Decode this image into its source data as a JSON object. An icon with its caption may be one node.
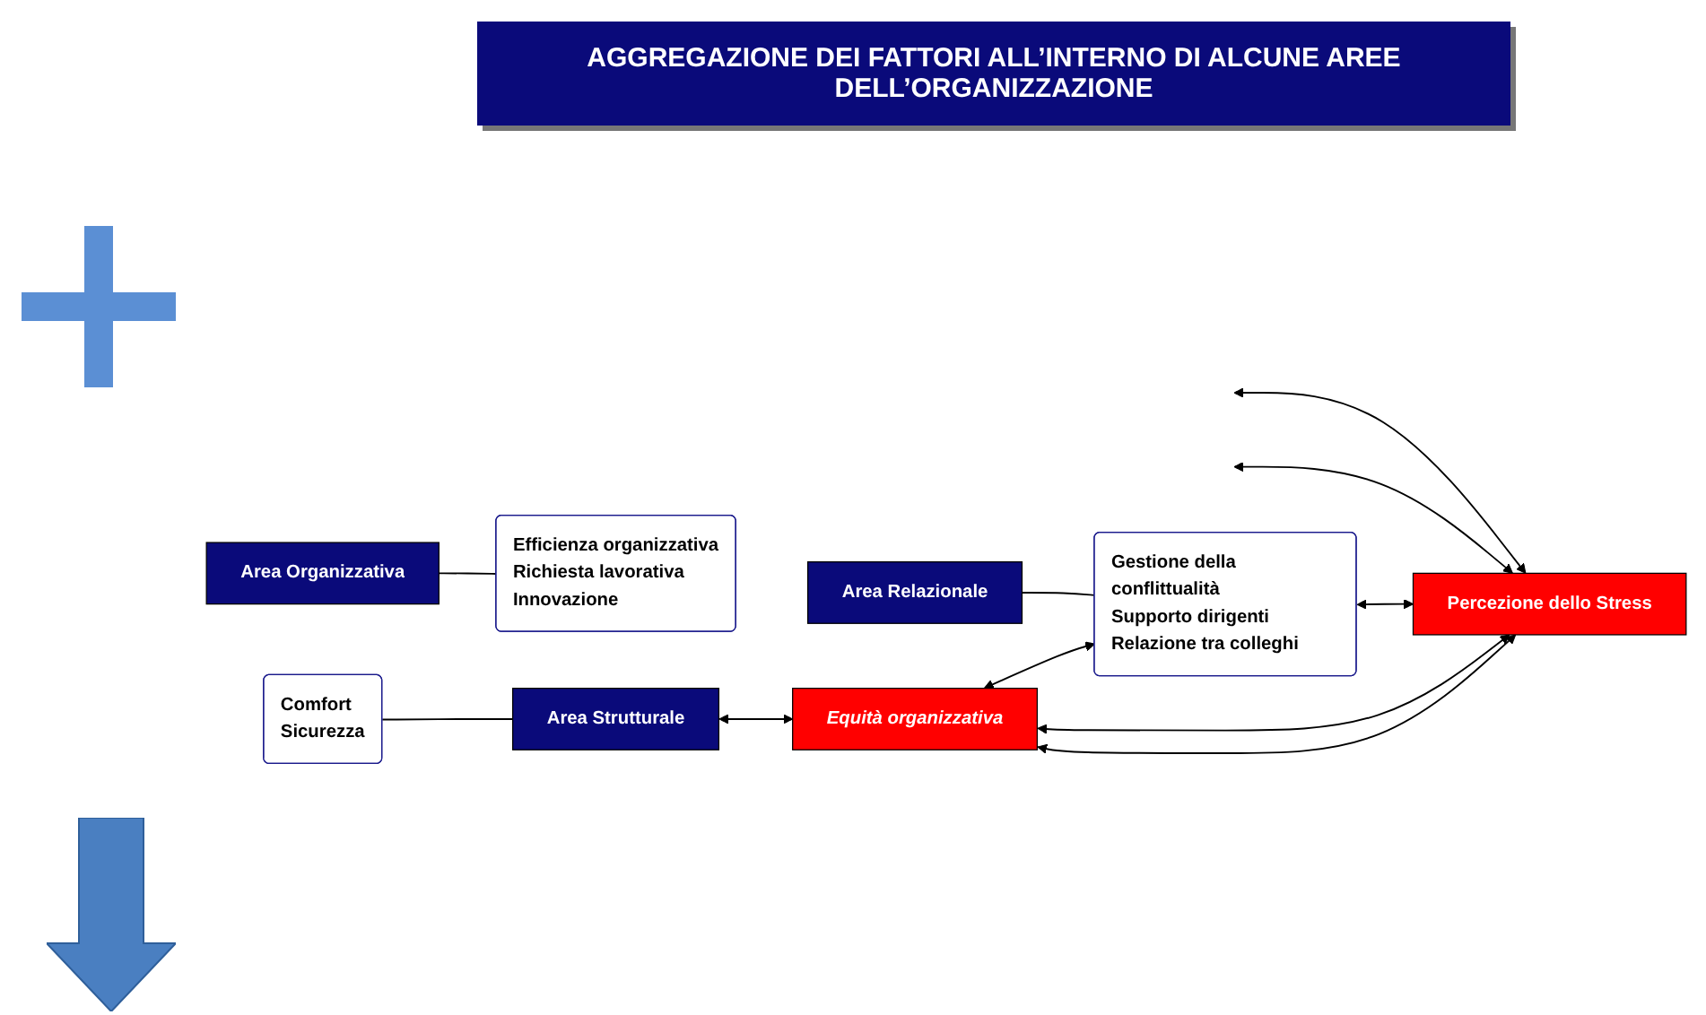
{
  "diagram": {
    "title": "AGGREGAZIONE DEI  FATTORI ALL’INTERNO DI ALCUNE AREE DELL’ORGANIZZAZIONE",
    "nodes": [
      {
        "text": [
          "Area Organizzativa"
        ]
      },
      {
        "text": [
          "Efficienza organizzativa",
          "Richiesta lavorativa",
          "Innovazione"
        ]
      },
      {
        "text": [
          "Percezione dello Stress"
        ]
      },
      {
        "text": [
          "Comfort",
          "Sicurezza"
        ]
      },
      {
        "text": [
          "Gestione della conflittualità",
          "Supporto dirigenti",
          "Relazione tra colleghi"
        ]
      },
      {
        "text": [
          "Equità organizzativa"
        ]
      },
      {
        "text": [
          "Area Relazionale"
        ]
      },
      {
        "text": [
          "Area Strutturale"
        ]
      }
    ],
    "edges": [
      {
        "from": 0,
        "to": 1,
        "arrow": "none"
      },
      {
        "from": null,
        "to": 2,
        "arrow": "both"
      },
      {
        "from": null,
        "to": 2,
        "arrow": "both"
      },
      {
        "from": 3,
        "to": 7,
        "arrow": "none"
      },
      {
        "from": 4,
        "to": 2,
        "arrow": "both"
      },
      {
        "from": 6,
        "to": 4,
        "arrow": "none"
      },
      {
        "from": 5,
        "to": 4,
        "arrow": "both"
      },
      {
        "from": 5,
        "to": 2,
        "arrow": "both"
      },
      {
        "from": 5,
        "to": 2,
        "arrow": "both"
      },
      {
        "from": 7,
        "to": 5,
        "arrow": "both"
      }
    ]
  }
}
